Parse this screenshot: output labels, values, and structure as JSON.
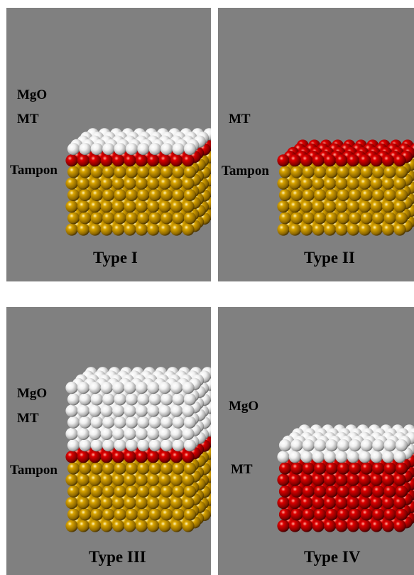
{
  "colors": {
    "background": "#808080",
    "gold": "#d9a400",
    "red": "#dd0000",
    "white": "#f0f0f0"
  },
  "panels": [
    {
      "id": "type-1",
      "title": "Type I",
      "labels": {
        "mgo": "MgO",
        "mt": "MT",
        "tampon": "Tampon"
      },
      "stack": [
        {
          "material": "tampon",
          "rows": 6
        },
        {
          "material": "mt",
          "rows": 1
        },
        {
          "material": "mgo",
          "rows": 1
        }
      ]
    },
    {
      "id": "type-2",
      "title": "Type II",
      "labels": {
        "mt": "MT",
        "tampon": "Tampon"
      },
      "stack": [
        {
          "material": "tampon",
          "rows": 6
        },
        {
          "material": "mt",
          "rows": 1
        }
      ]
    },
    {
      "id": "type-3",
      "title": "Type III",
      "labels": {
        "mgo": "MgO",
        "mt": "MT",
        "tampon": "Tampon"
      },
      "stack": [
        {
          "material": "tampon",
          "rows": 6
        },
        {
          "material": "mt",
          "rows": 1
        },
        {
          "material": "mgo",
          "rows": 6
        }
      ]
    },
    {
      "id": "type-4",
      "title": "Type IV",
      "labels": {
        "mgo": "MgO",
        "mt": "MT"
      },
      "stack": [
        {
          "material": "mt",
          "rows": 6
        },
        {
          "material": "mgo",
          "rows": 2
        }
      ]
    }
  ]
}
